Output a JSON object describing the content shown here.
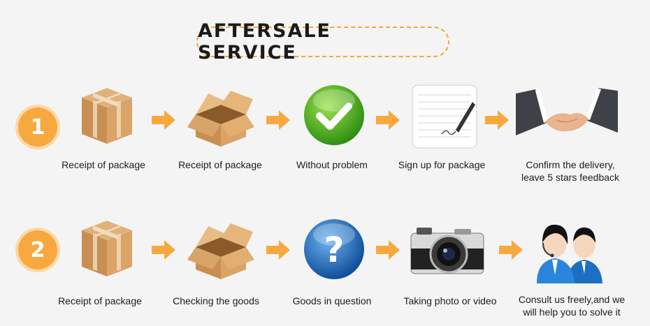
{
  "title": "AFTERSALE   SERVICE",
  "colors": {
    "accent": "#f7a940",
    "background": "#f4f4f4"
  },
  "rows": [
    {
      "number": "1",
      "steps": [
        {
          "icon": "closed-box-icon",
          "label": "Receipt of package"
        },
        {
          "icon": "open-box-icon",
          "label": "Receipt of package"
        },
        {
          "icon": "green-check-icon",
          "label": "Without problem"
        },
        {
          "icon": "signed-paper-icon",
          "label": "Sign up for package"
        },
        {
          "icon": "handshake-icon",
          "label_line1": "Confirm the delivery,",
          "label_line2": "leave 5 stars feedback"
        }
      ]
    },
    {
      "number": "2",
      "steps": [
        {
          "icon": "closed-box-icon",
          "label": "Receipt of package"
        },
        {
          "icon": "open-box-icon",
          "label": "Checking the goods"
        },
        {
          "icon": "blue-question-icon",
          "label": "Goods in question"
        },
        {
          "icon": "camera-icon",
          "label": "Taking photo or video"
        },
        {
          "icon": "support-agents-icon",
          "label_line1": "Consult us freely,and we",
          "label_line2": "will help you to solve it"
        }
      ]
    }
  ]
}
